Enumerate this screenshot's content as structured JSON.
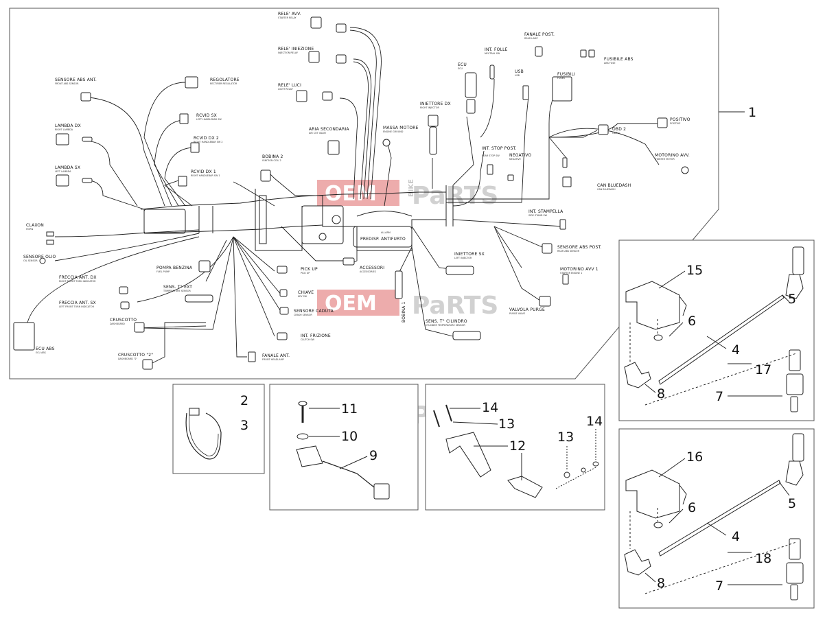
{
  "watermark": {
    "brand_a": "OEM",
    "brand_b": "BIKE",
    "brand_c": "PaRTS"
  },
  "labels": {
    "rele_avv": "RELE' AVV.",
    "rele_avv_sub": "STARTER RELAY",
    "rele_iniezione": "RELE' INIEZIONE",
    "rele_iniezione_sub": "INJECTION RELAY",
    "rele_luci": "RELE' LUCI",
    "rele_luci_sub": "LIGHT RELAY",
    "sensore_abs_ant": "SENSORE ABS ANT.",
    "sensore_abs_ant_sub": "FRONT ABS SENSOR",
    "regolatore": "REGOLATORE",
    "regolatore_sub": "RECTIFIER REGULATOR",
    "lambda_dx": "LAMBDA DX",
    "lambda_dx_sub": "RIGHT LAMBDA",
    "rcvid_sx": "RCVID SX",
    "rcvid_sx_sub": "LEFT HANDLEBAR SW",
    "rcvid_dx_2": "RCVID DX 2",
    "rcvid_dx_2_sub": "RIGHT HANDLEBAR SW 2",
    "rcvid_dx_1": "RCVID DX 1",
    "rcvid_dx_1_sub": "RIGHT HANDLEBAR SW 1",
    "lambda_sx": "LAMBDA SX",
    "lambda_sx_sub": "LEFT LAMBDA",
    "bobina_2": "BOBINA 2",
    "bobina_2_sub": "IGNITION COIL 2",
    "aria_secondaria": "ARIA SECONDARIA",
    "aria_secondaria_sub": "AIR CUT VALVE",
    "massa_motore": "MASSA MOTORE",
    "massa_motore_sub": "ENGINE GROUND",
    "iniettore_dx": "INIETTORE DX",
    "iniettore_dx_sub": "RIGHT INJECTOR",
    "ecu": "ECU",
    "ecu_sub": "ECU",
    "int_folle": "INT. FOLLE",
    "int_folle_sub": "NEUTRAL SW",
    "fanale_post": "FANALE POST.",
    "fanale_post_sub": "REAR LAMP",
    "fusibile_abs": "FUSIBILE ABS",
    "fusibile_abs_sub": "ABS FUSE",
    "usb": "USB",
    "usb_sub": "USB",
    "fusibili": "FUSIBILI",
    "fusibili_sub": "FUSES",
    "positivo": "POSITIVO",
    "positivo_sub": "POSITIVE",
    "obd2": "OBD 2",
    "obd2_sub": "OBD 2",
    "int_stop_post": "INT. STOP POST.",
    "int_stop_post_sub": "REAR STOP SW",
    "negativo": "NEGATIVO",
    "negativo_sub": "NEGATIVE",
    "motorino_avv_pos": "MOTORINO AVV.",
    "motorino_avv_pos_sub": "STARTER MOTOR",
    "can_bluedash": "CAN BLUEDASH",
    "can_bluedash_sub": "CAN BLUEDASH",
    "claxon": "CLAXON",
    "claxon_sub": "HORN",
    "sensore_olio": "SENSORE OLIO",
    "sensore_olio_sub": "OIL SENSOR",
    "int_stampella": "INT. STAMPELLA",
    "int_stampella_sub": "SIDE STAND SW",
    "predisp_antifurto": "PREDISP. ANTIFURTO",
    "allarme": "ALLARM",
    "pompa_benzina": "POMPA BENZINA",
    "pompa_benzina_sub": "FUEL PUMP",
    "freccia_ant_dx": "FRECCIA ANT. DX",
    "freccia_ant_dx_sub": "RIGHT FRONT TURN INDICATOR",
    "sens_t_ext": "SENS. T° EXT",
    "sens_t_ext_sub": "TEMPERATURE SENSOR",
    "pick_up": "PICK UP",
    "pick_up_sub": "PICK UP",
    "accessori": "ACCESSORI",
    "accessori_sub": "ACCESSORIES",
    "iniettore_sx": "INIETTORE SX",
    "iniettore_sx_sub": "LEFT INJECTOR",
    "sensore_abs_post": "SENSORE ABS POST.",
    "sensore_abs_post_sub": "REAR ABS SENSOR",
    "motorino_avv_1": "MOTORINO AVV 1",
    "motorino_avv_1_sub": "STARTER ENGINE 1",
    "freccia_ant_sx": "FRECCIA ANT. SX",
    "freccia_ant_sx_sub": "LEFT FRONT TURN INDICATOR",
    "chiave": "CHIAVE",
    "chiave_sub": "KEY SW",
    "sensore_caduta": "SENSORE CADUTA",
    "sensore_caduta_sub": "CRASH SENSOR",
    "bobina_1": "BOBINA 1",
    "bobina_1_sub": "IGNITION COIL 1",
    "valvola_purge": "VALVOLA PURGE",
    "valvola_purge_sub": "PURGE VALVE",
    "cruscotto": "CRUSCOTTO",
    "cruscotto_sub": "DASHBOARD",
    "sens_t_cilindro": "SENS. T° CILINDRO",
    "sens_t_cilindro_sub": "CYLINDER TEMPERATURE SENSOR",
    "int_frizione": "INT. FRIZIONE",
    "int_frizione_sub": "CLUTCH SW",
    "ecu_abs": "ECU ABS",
    "ecu_abs_sub": "ECU ABS",
    "cruscotto_2": "CRUSCOTTO \"2\"",
    "cruscotto_2_sub": "DASHBOARD \"2\"",
    "fanale_ant": "FANALE ANT.",
    "fanale_ant_sub": "FRONT HEADLAMP"
  },
  "callouts": {
    "n1": "1",
    "n2": "2",
    "n3": "3",
    "n4a": "4",
    "n5a": "5",
    "n6a": "6",
    "n7a": "7",
    "n8a": "8",
    "n9": "9",
    "n10": "10",
    "n11": "11",
    "n12": "12",
    "n13a": "13",
    "n13b": "13",
    "n14a": "14",
    "n14b": "14",
    "n15": "15",
    "n16": "16",
    "n17": "17",
    "n18": "18",
    "n4b": "4",
    "n5b": "5",
    "n6b": "6",
    "n7b": "7",
    "n8b": "8"
  }
}
